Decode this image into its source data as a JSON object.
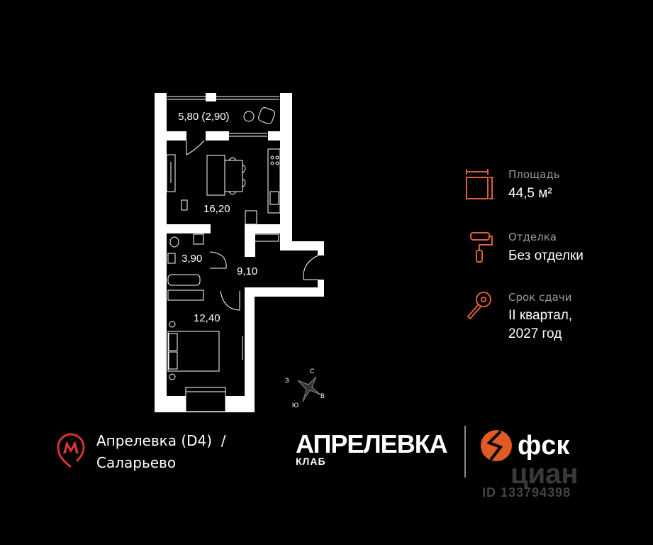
{
  "floor_plan": {
    "rooms": [
      {
        "name": "balcony",
        "area": "5,80 (2,90)"
      },
      {
        "name": "kitchen-living",
        "area": "16,20"
      },
      {
        "name": "bathroom",
        "area": "3,90"
      },
      {
        "name": "hallway",
        "area": "9,10"
      },
      {
        "name": "bedroom",
        "area": "12,40"
      }
    ],
    "compass": {
      "north": "С",
      "west": "З",
      "east": "В",
      "south": "Ю"
    }
  },
  "info": {
    "area": {
      "label": "Площадь",
      "value": "44,5 м²",
      "icon": "area-icon"
    },
    "finish": {
      "label": "Отделка",
      "value": "Без отделки",
      "icon": "paint-roller-icon"
    },
    "delivery": {
      "label": "Срок сдачи",
      "value_line1": "II квартал,",
      "value_line2": "2027 год",
      "icon": "key-icon"
    }
  },
  "metro": {
    "icon": "metro-icon",
    "line1": "Апрелевка (D4)  /",
    "line2": "Саларьево"
  },
  "brand": {
    "title": "АПРЕЛЕВКА",
    "subtitle": "КЛАБ"
  },
  "developer": {
    "name": "фск"
  },
  "watermark": {
    "logo": "циан",
    "id": "ID 133794398"
  },
  "colors": {
    "accent": "#d9603b",
    "metro": "#d4343a",
    "background": "#000000",
    "wall": "#ffffff"
  }
}
